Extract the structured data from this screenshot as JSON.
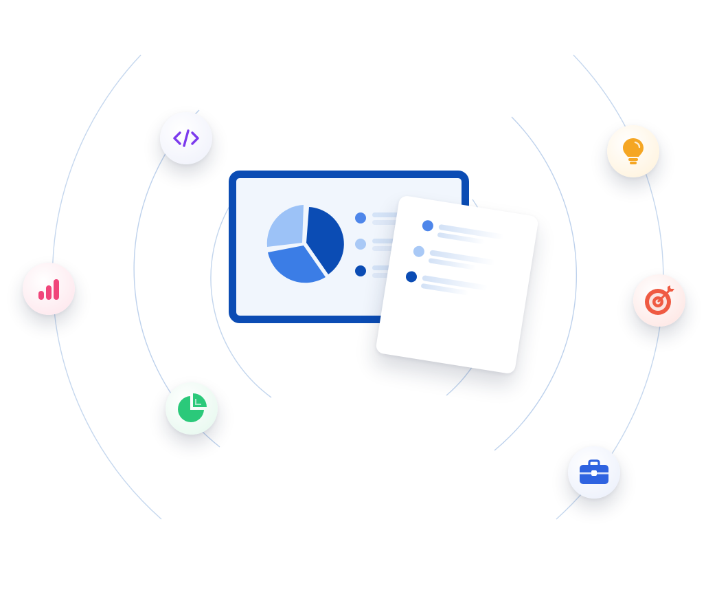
{
  "illustration": {
    "colors": {
      "primary": "#0b4cb4",
      "medium_blue": "#3b7de6",
      "light_blue": "#9cc2f7",
      "panel_bg": "#f1f6fd",
      "ring": "#c9d9ef",
      "code": "#7c3aed",
      "bars": "#f0457a",
      "pie": "#2bc97a",
      "bulb": "#f5a623",
      "target": "#ef5a42",
      "briefcase": "#2f63e0"
    },
    "center": {
      "dashboard_icon": "pie-chart-icon",
      "document_icon": "document-list-icon",
      "legend_dot_colors": [
        "#4e86ea",
        "#a9c9f6",
        "#0b4cb4"
      ],
      "pie_slices": [
        {
          "share": 0.3,
          "color": "#0b4cb4"
        },
        {
          "share": 0.34,
          "color": "#3b7de6"
        },
        {
          "share": 0.36,
          "color": "#9cc2f7"
        }
      ]
    },
    "orbit_icons": [
      "code-icon",
      "bar-chart-icon",
      "pie-chart-icon",
      "lightbulb-icon",
      "target-icon",
      "briefcase-icon"
    ]
  }
}
